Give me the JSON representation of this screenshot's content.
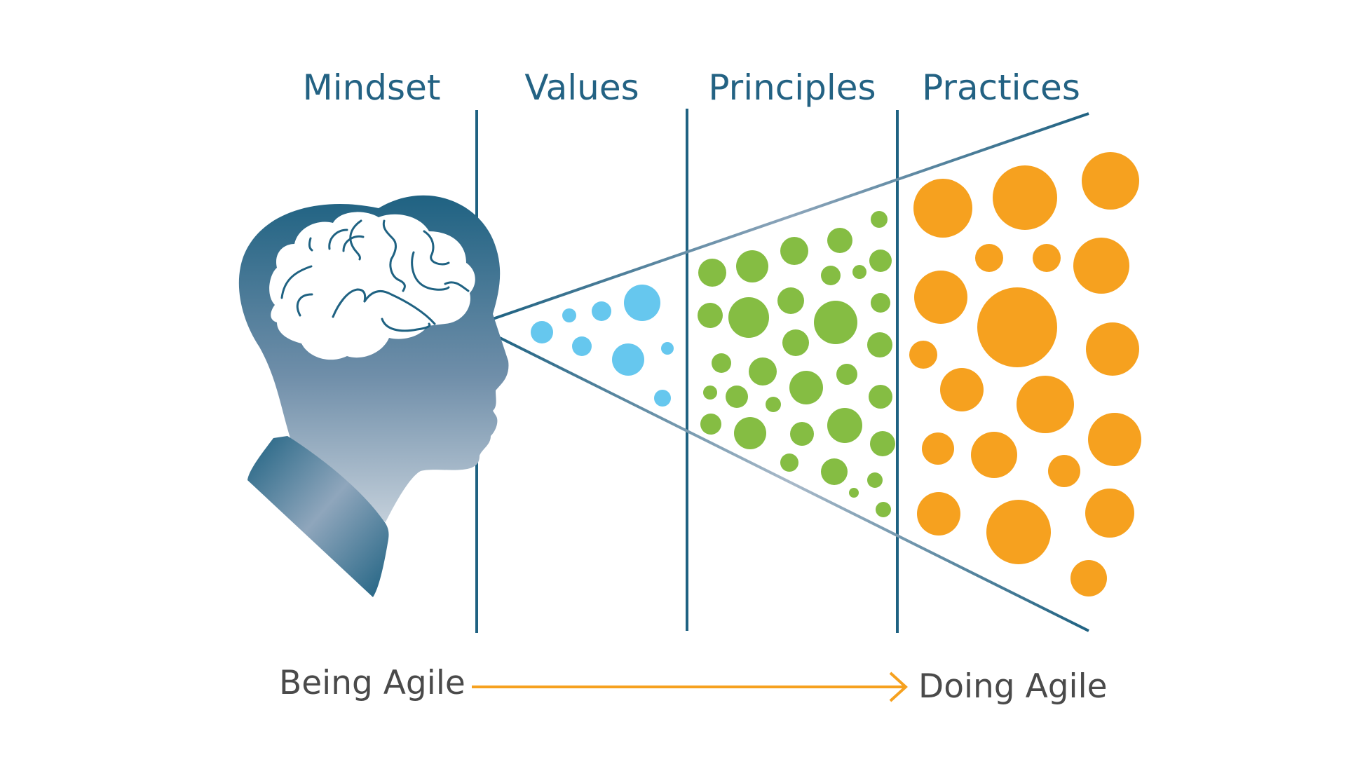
{
  "stages": [
    {
      "label": "Mindset"
    },
    {
      "label": "Values"
    },
    {
      "label": "Principles"
    },
    {
      "label": "Practices"
    }
  ],
  "flow": {
    "start_label": "Being Agile",
    "end_label": "Doing Agile"
  },
  "colors": {
    "dark_blue": "#1f6282",
    "head_gradient_light": "#c3cfda",
    "values_dots": "#66c7ee",
    "principles_dots": "#85bd43",
    "practices_dots": "#f6a11f",
    "arrow": "#f6a11f",
    "text_gray": "#4a4a4a"
  },
  "icons": {
    "head": "human-head-profile-icon",
    "brain": "brain-icon"
  }
}
